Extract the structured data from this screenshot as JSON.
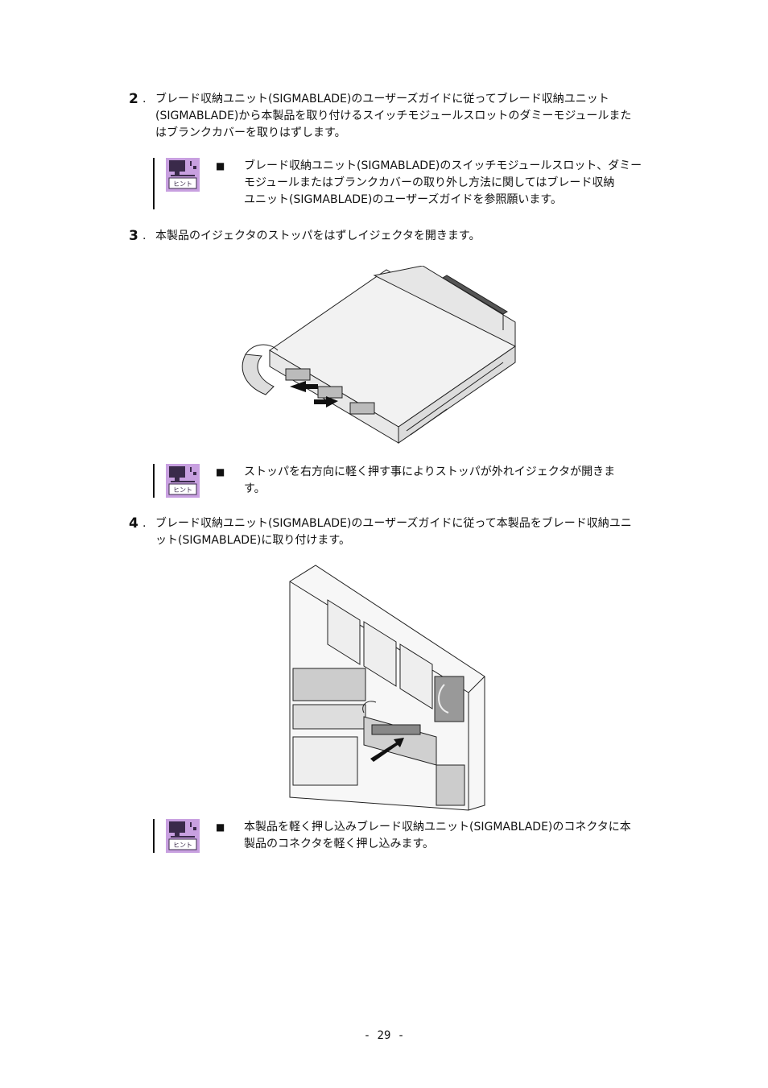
{
  "steps": [
    {
      "number": "2",
      "text": "ブレード収納ユニット(SIGMABLADE)のユーザーズガイドに従ってブレード収納ユニット\n(SIGMABLADE)から本製品を取り付けるスイッチモジュールスロットのダミーモジュールまた\nはブランクカバーを取りはずします。"
    },
    {
      "number": "3",
      "text": "本製品のイジェクタのストッパをはずしイジェクタを開きます。"
    },
    {
      "number": "4",
      "text": "ブレード収納ユニット(SIGMABLADE)のユーザーズガイドに従って本製品をブレード収納ユニ\nット(SIGMABLADE)に取り付けます。"
    }
  ],
  "hints": [
    {
      "icon_label": "ヒント",
      "bullet": "■",
      "text": "ブレード収納ユニット(SIGMABLADE)のスイッチモジュールスロット、ダミー\nモジュールまたはブランクカバーの取り外し方法に関してはブレード収納\nユニット(SIGMABLADE)のユーザーズガイドを参照願います。"
    },
    {
      "icon_label": "ヒント",
      "bullet": "■",
      "text": "ストッパを右方向に軽く押す事によりストッパが外れイジェクタが開きま\nす。"
    },
    {
      "icon_label": "ヒント",
      "bullet": "■",
      "text": "本製品を軽く押し込みブレード収納ユニット(SIGMABLADE)のコネクタに本\n製品のコネクタを軽く押し込みます。"
    }
  ],
  "step_separator": ".",
  "page_number": "- 29 -",
  "colors": {
    "hint_icon_bg": "#c8a0e0",
    "hint_icon_dark": "#3a2a4a"
  }
}
